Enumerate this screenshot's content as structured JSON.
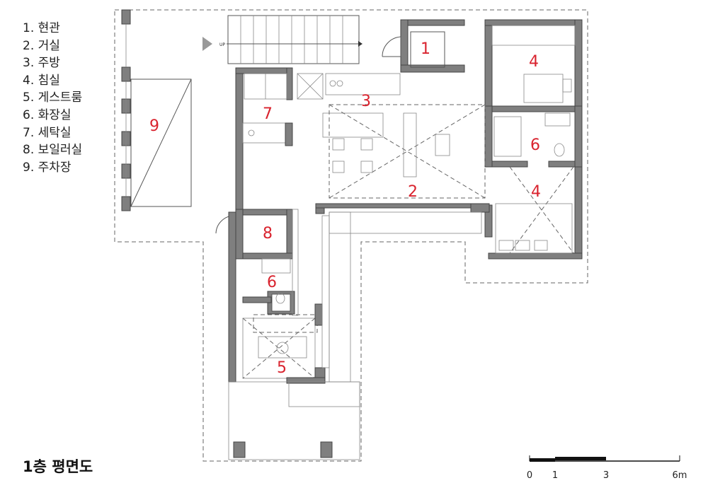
{
  "legend": [
    "1. 현관",
    "2. 거실",
    "3. 주방",
    "4. 침실",
    "5. 게스트룸",
    "6. 화장실",
    "7. 세탁실",
    "8. 보일러실",
    "9. 주차장"
  ],
  "floor_title": "1층 평면도",
  "stair_label": "UP",
  "room_labels": {
    "r1": "1",
    "r2": "2",
    "r3": "3",
    "r4a": "4",
    "r4b": "4",
    "r5": "5",
    "r6a": "6",
    "r6b": "6",
    "r7": "7",
    "r8": "8",
    "r9": "9"
  },
  "scale_bar": {
    "ticks": [
      "0",
      "1",
      "3",
      "6m"
    ]
  },
  "colors": {
    "room_number": "#d9232e",
    "wall": "#7f7f7f",
    "line": "#555555"
  }
}
